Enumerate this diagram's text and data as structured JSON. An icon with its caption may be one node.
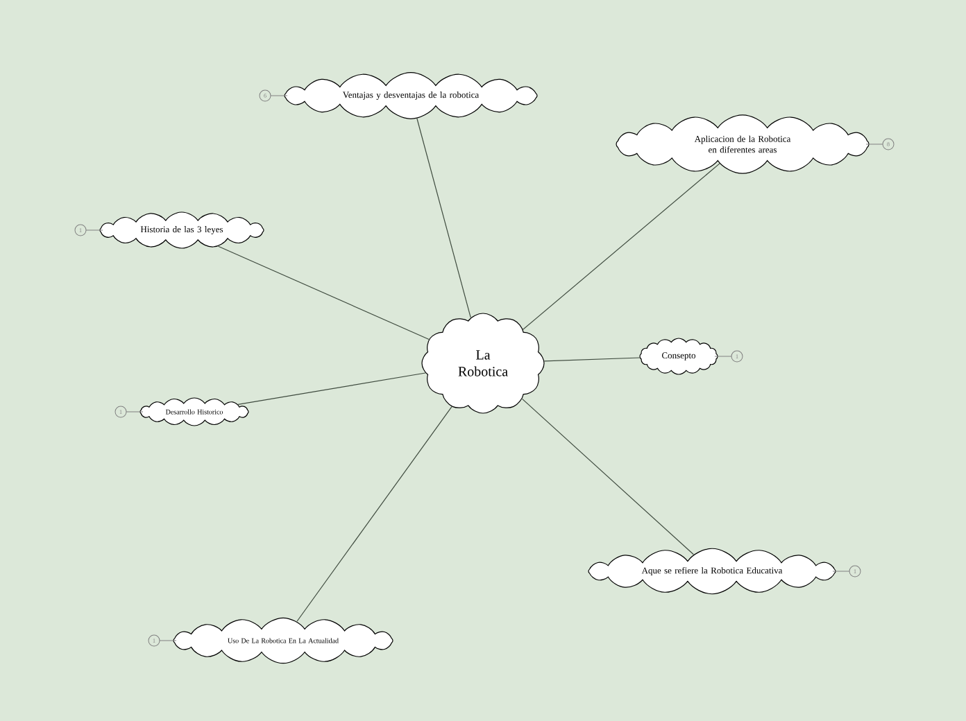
{
  "diagram": {
    "nodes": [
      {
        "text": [
          "La Robotica"
        ]
      },
      {
        "text": [
          "Ventajas y desventajas de la robotica"
        ],
        "beside": [
          "6"
        ]
      },
      {
        "text": [
          "Aplicacion de la Robotica en diferentes areas"
        ],
        "beside": [
          "8"
        ]
      },
      {
        "text": [
          "Historia de las 3 leyes"
        ],
        "beside": [
          "1"
        ]
      },
      {
        "text": [
          "Consepto"
        ],
        "beside": [
          "1"
        ]
      },
      {
        "text": [
          "Desarrollo Historico"
        ],
        "beside": [
          "1"
        ]
      },
      {
        "text": [
          "Aque se refiere la Robotica Educativa"
        ],
        "beside": [
          "1"
        ]
      },
      {
        "text": [
          "Uso De La Robotica En La Actualidad"
        ],
        "beside": [
          "1"
        ]
      }
    ],
    "edges": [
      {
        "from": 0,
        "to": 1,
        "arrow": "none"
      },
      {
        "from": 0,
        "to": 2,
        "arrow": "none"
      },
      {
        "from": 0,
        "to": 3,
        "arrow": "none"
      },
      {
        "from": 0,
        "to": 4,
        "arrow": "none"
      },
      {
        "from": 0,
        "to": 5,
        "arrow": "none"
      },
      {
        "from": 0,
        "to": 6,
        "arrow": "none"
      },
      {
        "from": 0,
        "to": 7,
        "arrow": "none"
      }
    ]
  }
}
